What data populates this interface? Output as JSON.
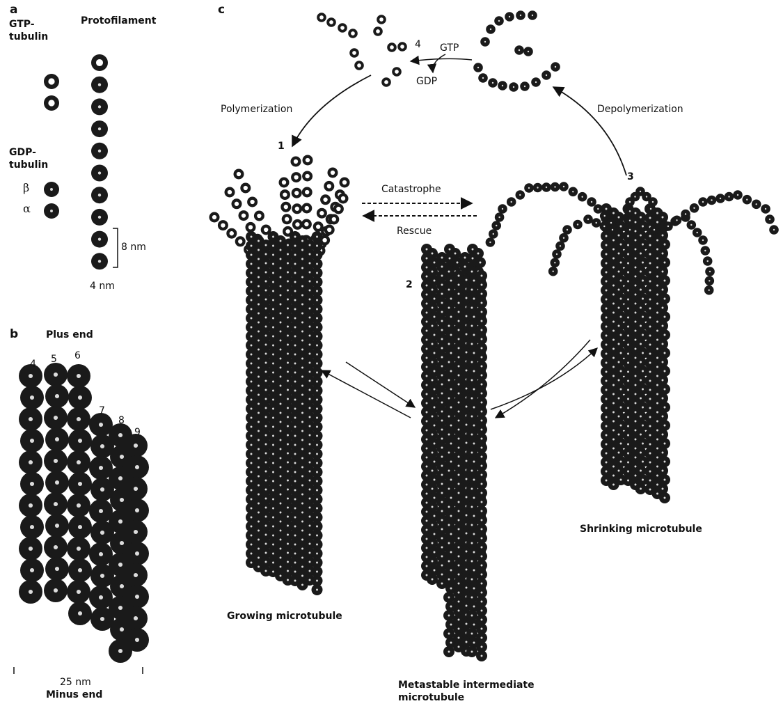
{
  "panels": {
    "a": "a",
    "b": "b",
    "c": "c"
  },
  "panel_a": {
    "gtp_tubulin": [
      "GTP-",
      "tubulin"
    ],
    "gdp_tubulin": [
      "GDP-",
      "tubulin"
    ],
    "beta": "β",
    "alpha": "α",
    "protofilament": "Protofilament",
    "length_label": "8 nm",
    "width_label": "4 nm"
  },
  "panel_b": {
    "plus_end": "Plus end",
    "minus_end": "Minus end",
    "diameter_label": "25 nm",
    "protofilament_numbers": [
      "4",
      "5",
      "6",
      "7",
      "8",
      "9"
    ]
  },
  "panel_c": {
    "step_numbers": [
      "1",
      "2",
      "3",
      "4"
    ],
    "gtp": "GTP",
    "gdp": "GDP",
    "polymerization": "Polymerization",
    "depolymerization": "Depolymerization",
    "catastrophe": "Catastrophe",
    "rescue": "Rescue",
    "growing": "Growing microtubule",
    "metastable": [
      "Metastable intermediate",
      "microtubule"
    ],
    "shrinking": "Shrinking microtubule"
  },
  "colors": {
    "ink": "#111111",
    "subunit": "#1a1a1a",
    "gtp_highlight": "#ffffff",
    "gdp_highlight": "#dcdcdc",
    "background": "#ffffff"
  }
}
